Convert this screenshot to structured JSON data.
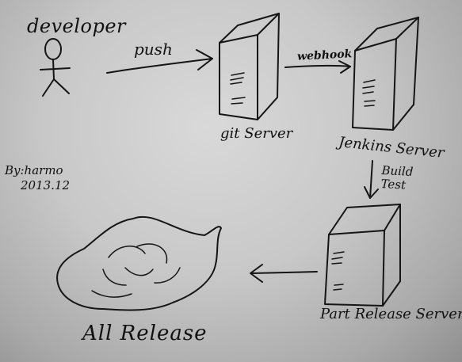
{
  "diagram": {
    "labels": {
      "developer": "developer",
      "push": "push",
      "webhook": "webhook",
      "git_server": "git Server",
      "jenkins_server": "Jenkins Server",
      "build_test": [
        "Build",
        "Test"
      ],
      "author": "By:harmo",
      "date": "2013.12",
      "part_release_server": "Part Release Server",
      "all_release": "All Release"
    }
  }
}
